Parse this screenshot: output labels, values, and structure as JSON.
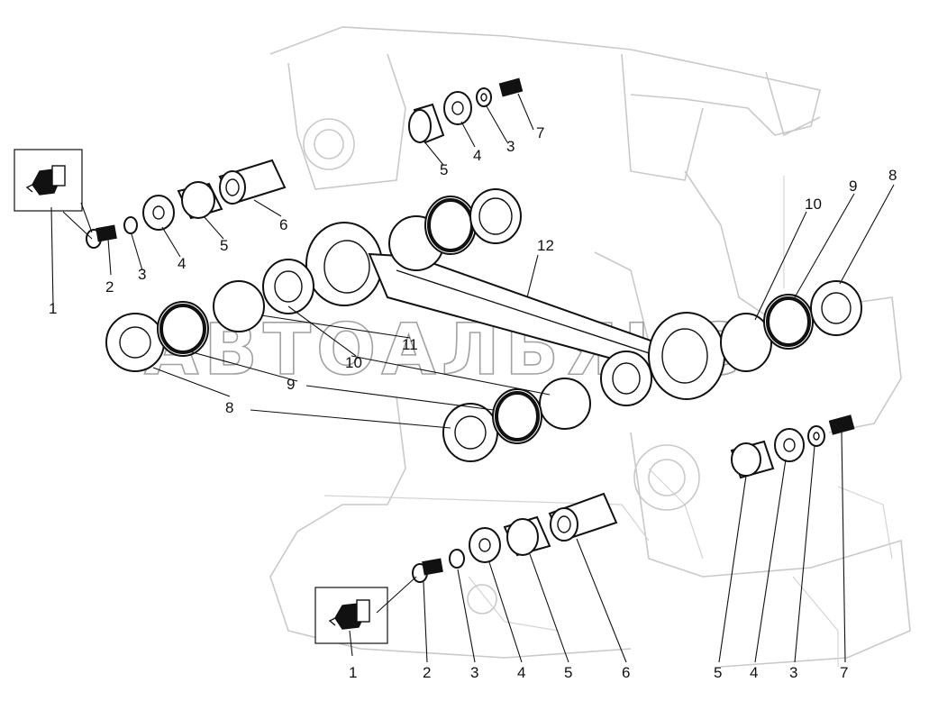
{
  "watermark": "АВТОАЛЬЯНС",
  "callouts": {
    "top_7": "7",
    "top_3": "3",
    "top_4": "4",
    "top_5": "5",
    "left_1": "1",
    "left_2": "2",
    "left_3": "3",
    "left_4": "4",
    "left_5": "5",
    "left_6": "6",
    "mid_12": "12",
    "mid_11": "11",
    "mid_10": "10",
    "mid_9": "9",
    "mid_8": "8",
    "right_10": "10",
    "right_9": "9",
    "right_8": "8",
    "bot_1": "1",
    "bot_2": "2",
    "bot_3": "3",
    "bot_4": "4",
    "bot_5": "5",
    "bot_6": "6",
    "bot_5b": "5",
    "bot_4b": "4",
    "bot_3b": "3",
    "bot_7": "7"
  }
}
